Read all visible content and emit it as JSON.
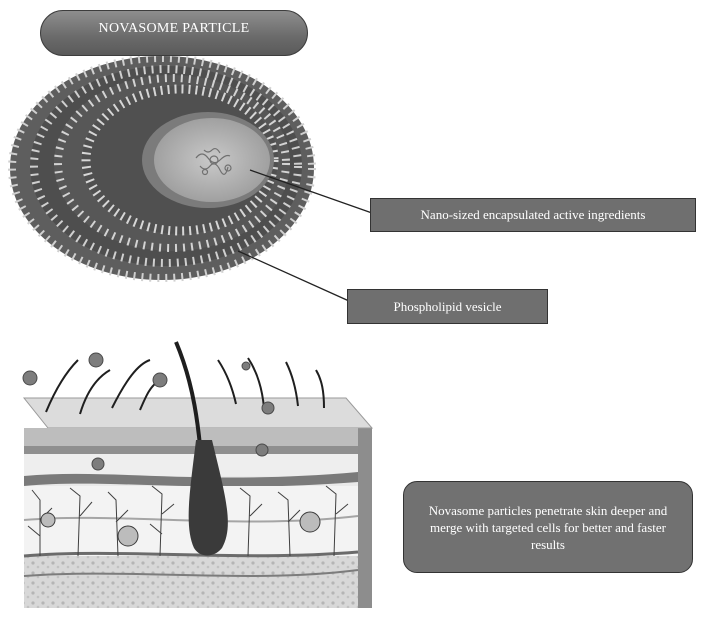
{
  "title": "NOVASOME PARTICLE",
  "labels": {
    "encapsulated": "Nano-sized encapsulated active ingredients",
    "vesicle": "Phospholipid vesicle"
  },
  "callout": "Novasome particles penetrate skin deeper and merge with targeted cells for better and faster results",
  "colors": {
    "box_fill": "#6f6f6f",
    "text": "#ffffff"
  },
  "icons": {
    "particle": "novasome-particle-illustration",
    "skin": "skin-cross-section-illustration"
  }
}
